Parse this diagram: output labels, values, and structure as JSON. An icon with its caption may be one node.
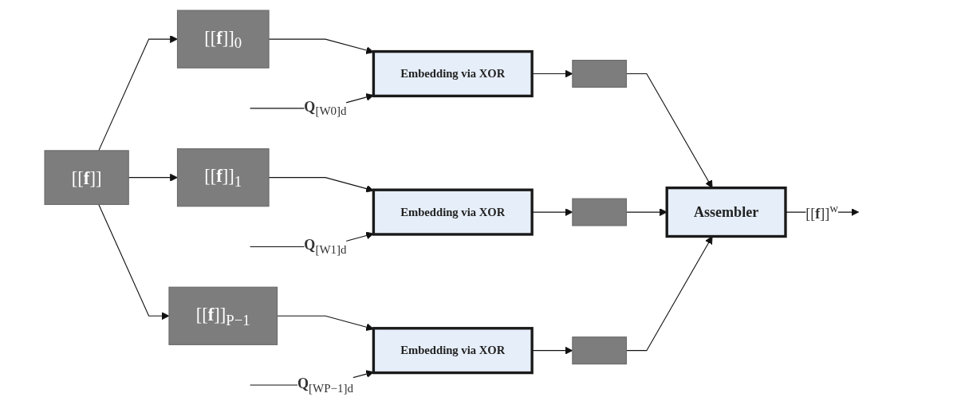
{
  "diagram": {
    "nodes": [
      {
        "text": [
          "[[**f**]]"
        ]
      },
      {
        "text": [
          "[[**f**]]$_{0}$"
        ]
      },
      {
        "text": [
          "Embedding via XOR"
        ]
      },
      {
        "text": [],
        "shape": "box"
      },
      {
        "text": [
          "[[**f**]]$_{1}$"
        ]
      },
      {
        "text": [
          "Embedding via XOR"
        ]
      },
      {
        "text": [],
        "shape": "box"
      },
      {
        "text": [
          "[[**f**]]$_{P−1}$"
        ]
      },
      {
        "text": [
          "Embedding via XOR"
        ]
      },
      {
        "text": [],
        "shape": "box"
      },
      {
        "text": [
          "Assembler"
        ]
      }
    ],
    "edges": [
      {
        "from": 0,
        "to": 1,
        "arrow": "to"
      },
      {
        "from": 0,
        "to": 4,
        "arrow": "to"
      },
      {
        "from": 0,
        "to": 7,
        "arrow": "to"
      },
      {
        "from": 1,
        "to": 2,
        "arrow": "to"
      },
      {
        "from": null,
        "to": 2,
        "arrow": "to",
        "label": "**Q**$_{[W0]d}$"
      },
      {
        "from": 2,
        "to": 3,
        "arrow": "to"
      },
      {
        "from": 4,
        "to": 5,
        "arrow": "to"
      },
      {
        "from": null,
        "to": 5,
        "arrow": "to",
        "label": "**Q**$_{[W1]d}$"
      },
      {
        "from": 5,
        "to": 6,
        "arrow": "to"
      },
      {
        "from": 7,
        "to": 8,
        "arrow": "to"
      },
      {
        "from": null,
        "to": 8,
        "arrow": "to",
        "label": "**Q**$_{[WP−1]d}$"
      },
      {
        "from": 8,
        "to": 9,
        "arrow": "to"
      },
      {
        "from": 3,
        "to": 10,
        "arrow": "to"
      },
      {
        "from": 6,
        "to": 10,
        "arrow": "to"
      },
      {
        "from": 9,
        "to": 10,
        "arrow": "to"
      },
      {
        "from": 10,
        "to": null,
        "arrow": "to",
        "label": "[[**f**]]$^{w}$"
      }
    ]
  }
}
